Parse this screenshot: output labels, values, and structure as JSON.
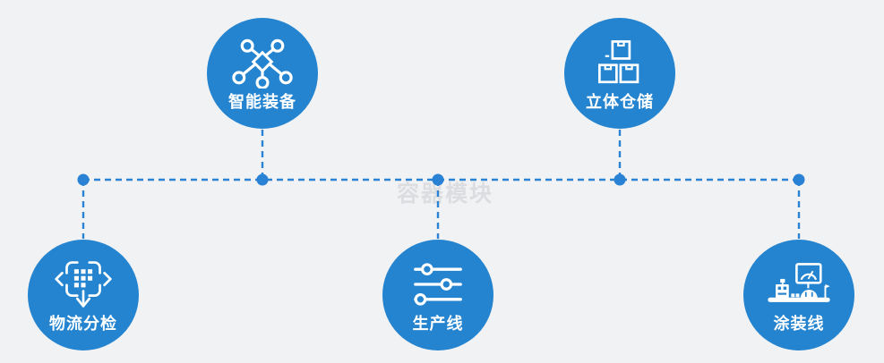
{
  "watermark": "容器模块",
  "colors": {
    "node_fill": "#2484d0",
    "connector": "#2a82d4",
    "background": "#f1f2f3",
    "watermark_text": "#dcdde0",
    "icon": "#ffffff",
    "label_text": "#ffffff"
  },
  "nodes": [
    {
      "label": "智能装备",
      "icon": "network-nodes-icon"
    },
    {
      "label": "立体仓储",
      "icon": "stacked-boxes-icon"
    },
    {
      "label": "物流分检",
      "icon": "sorting-arrows-icon"
    },
    {
      "label": "生产线",
      "icon": "sliders-icon"
    },
    {
      "label": "涂装线",
      "icon": "control-console-icon"
    }
  ]
}
